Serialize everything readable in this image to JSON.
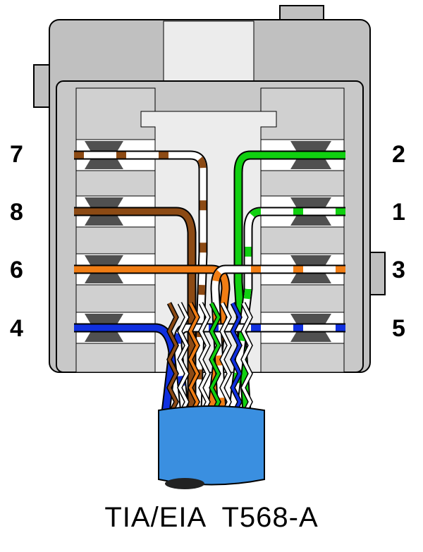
{
  "title": "TIA/EIA  T568-A",
  "pins_left": [
    "7",
    "8",
    "6",
    "4"
  ],
  "pins_right": [
    "2",
    "1",
    "3",
    "5"
  ],
  "colors": {
    "housing": "#c0c0c0",
    "channel": "#ececec",
    "slot": "#505050",
    "orange": "#f07d14",
    "brown": "#8c4a14",
    "green": "#10d010",
    "blue": "#1030e0",
    "cable": "#3a8fe0"
  }
}
